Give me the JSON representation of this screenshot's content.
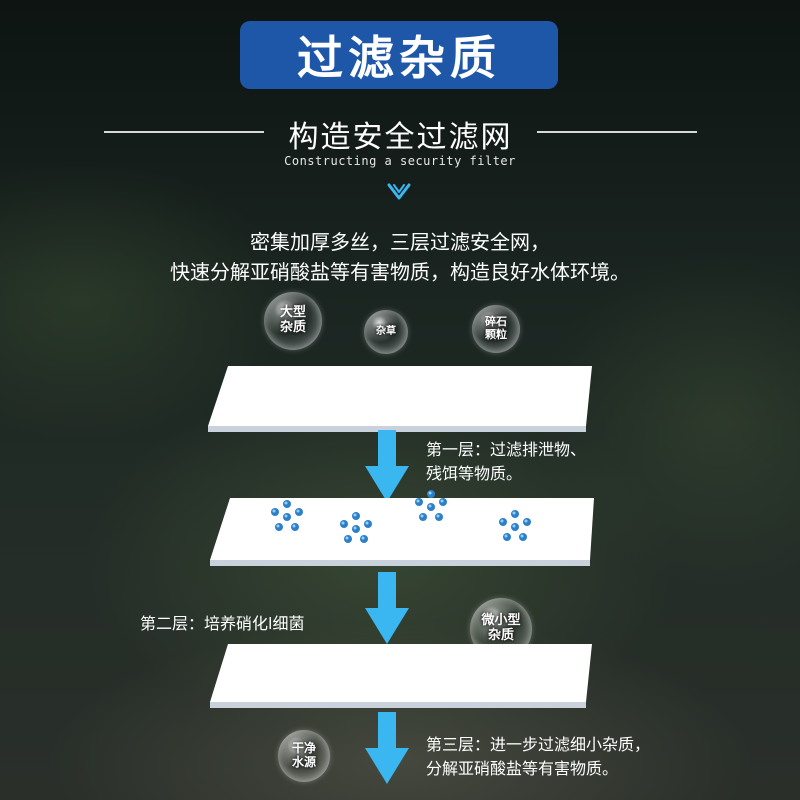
{
  "title": "过滤杂质",
  "heading": {
    "cn": "构造安全过滤网",
    "en": "Constructing a security filter"
  },
  "description": {
    "line1": "密集加厚多丝，三层过滤安全网，",
    "line2": "快速分解亚硝酸盐等有害物质，构造良好水体环境。"
  },
  "bubbles": {
    "large_impurity": "大型\n杂质",
    "weeds": "杂草",
    "gravel": "碎石\n颗粒",
    "micro_impurity": "微小型\n杂质",
    "clean_water": "干净\n水源"
  },
  "layers": {
    "first": "第一层：过滤排泄物、\n残饵等物质。",
    "second": "第二层：培养硝化l细菌",
    "third": "第三层：进一步过滤细小杂质，\n分解亚硝酸盐等有害物质。"
  },
  "colors": {
    "title_bg": "#1f57a8",
    "arrow": "#3ab6f0",
    "particle": "#2e7fc8",
    "sheet": "#ffffff"
  },
  "icons": [
    "chevron-down-icon",
    "down-arrow-icon",
    "bacteria-particle-icon"
  ]
}
